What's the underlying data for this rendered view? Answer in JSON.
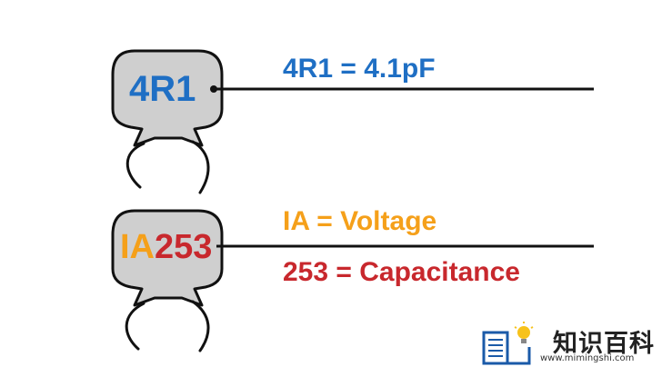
{
  "colors": {
    "blue": "#1f6fc4",
    "orange": "#f5a01a",
    "red": "#c8282d",
    "body_fill": "#cfcfcf",
    "outline": "#111111"
  },
  "capacitor_1": {
    "code": "4R1",
    "annotation": "4R1 = 4.1pF"
  },
  "capacitor_2": {
    "code_voltage": "IA",
    "code_capacitance": "253",
    "annotation_voltage": "IA = Voltage",
    "annotation_capacitance": "253 = Capacitance"
  },
  "watermark": {
    "name": "知识百科",
    "url": "www.mimingshi.com",
    "icon": "book-lightbulb-icon"
  }
}
